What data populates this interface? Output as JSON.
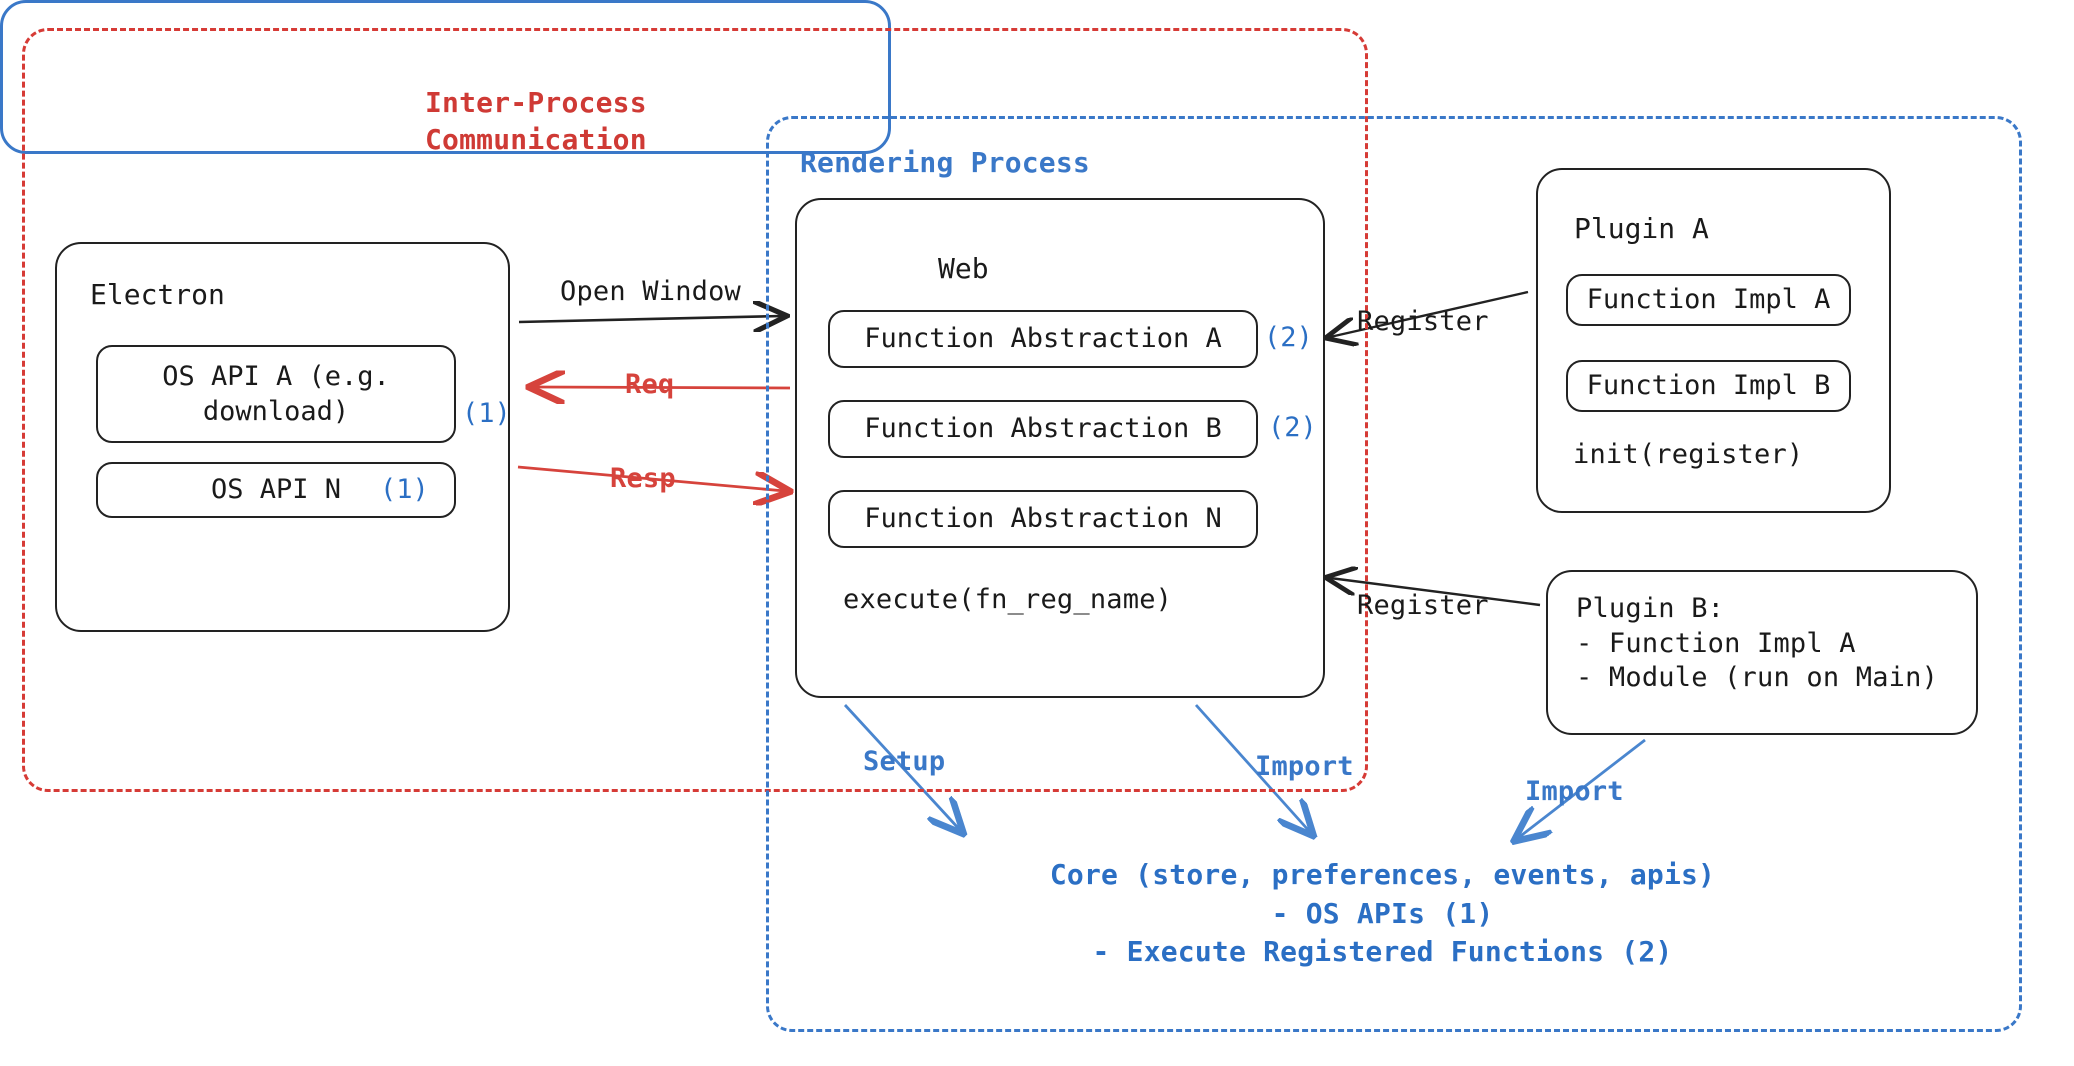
{
  "diagram": {
    "title": "Electron plugin architecture",
    "colors": {
      "ipc_red": "#d63b36",
      "render_blue": "#3a78c8",
      "marker_blue": "#2b6fc4",
      "box_black": "#222222"
    }
  },
  "groups": {
    "ipc": {
      "label": "Inter-Process\nCommunication"
    },
    "rendering": {
      "label": "Rendering Process"
    }
  },
  "electron": {
    "title": "Electron",
    "apis": [
      {
        "label": "OS API A (e.g.\ndownload)",
        "marker": "(1)"
      },
      {
        "label": "OS API N",
        "marker": "(1)"
      }
    ]
  },
  "web": {
    "title": "Web",
    "abstractions": [
      {
        "label": "Function Abstraction A",
        "marker": "(2)"
      },
      {
        "label": "Function Abstraction B",
        "marker": "(2)"
      },
      {
        "label": "Function Abstraction N",
        "marker": ""
      }
    ],
    "execute": "execute(fn_reg_name)"
  },
  "plugin_a": {
    "title": "Plugin A",
    "impls": [
      "Function Impl A",
      "Function Impl B"
    ],
    "init": "init(register)"
  },
  "plugin_b": {
    "text": "Plugin B:\n- Function Impl A\n- Module (run on Main)"
  },
  "core": {
    "text": "Core (store, preferences, events, apis)\n- OS APIs (1)\n- Execute Registered Functions (2)"
  },
  "edges": {
    "open_window": "Open Window",
    "req": "Req",
    "resp": "Resp",
    "register_1": "Register",
    "register_2": "Register",
    "setup": "Setup",
    "import_1": "Import",
    "import_2": "Import"
  }
}
